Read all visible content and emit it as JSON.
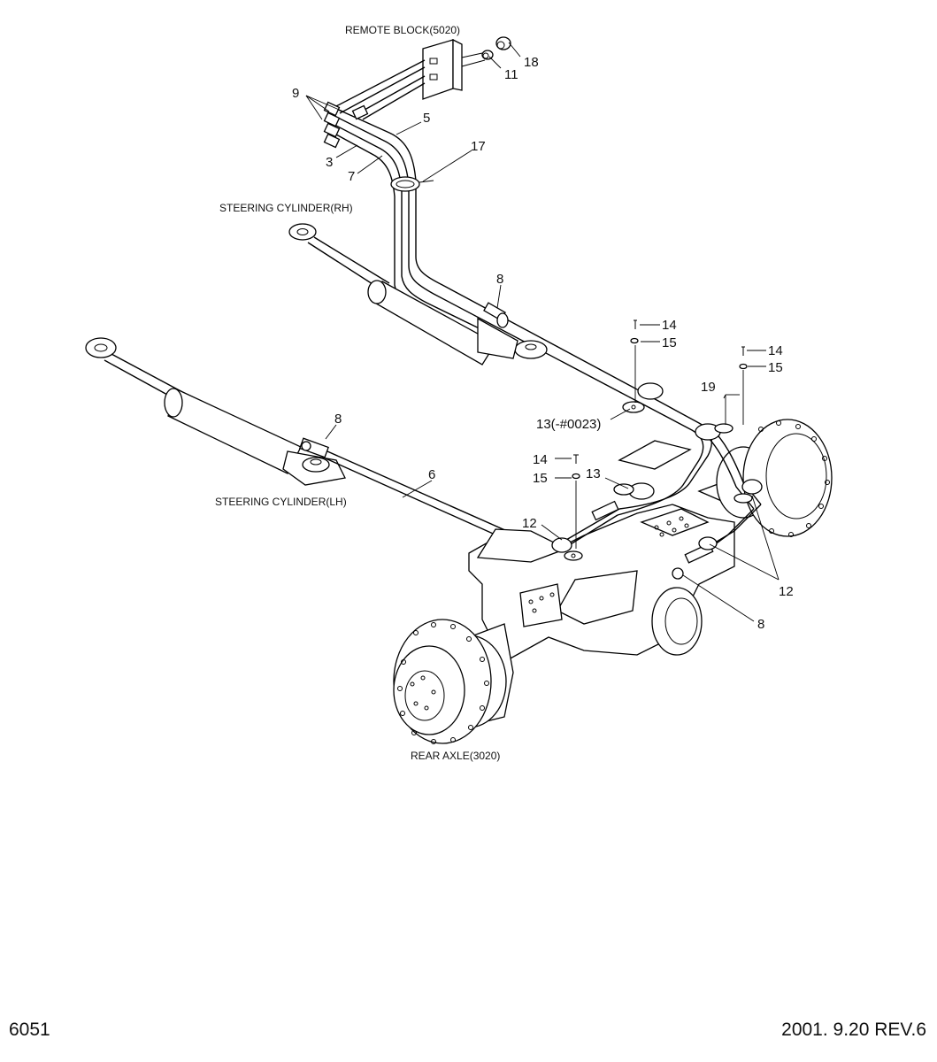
{
  "labels": {
    "remote_block": "REMOTE BLOCK(5020)",
    "steering_cylinder_rh": "STEERING CYLINDER(RH)",
    "steering_cylinder_lh": "STEERING CYLINDER(LH)",
    "rear_axle": "REAR AXLE(3020)"
  },
  "callouts": {
    "c18": "18",
    "c11": "11",
    "c9": "9",
    "c5": "5",
    "c3": "3",
    "c7": "7",
    "c17": "17",
    "c8_top": "8",
    "c14_a": "14",
    "c15_a": "15",
    "c14_b": "14",
    "c15_b": "15",
    "c19": "19",
    "c13_serial": "13(-#0023)",
    "c8_left": "8",
    "c6": "6",
    "c14_c": "14",
    "c15_c": "15",
    "c13": "13",
    "c12_left": "12",
    "c12_right": "12",
    "c8_bottom": "8"
  },
  "footer": {
    "page_number": "6051",
    "revision": "2001. 9.20  REV.6"
  }
}
